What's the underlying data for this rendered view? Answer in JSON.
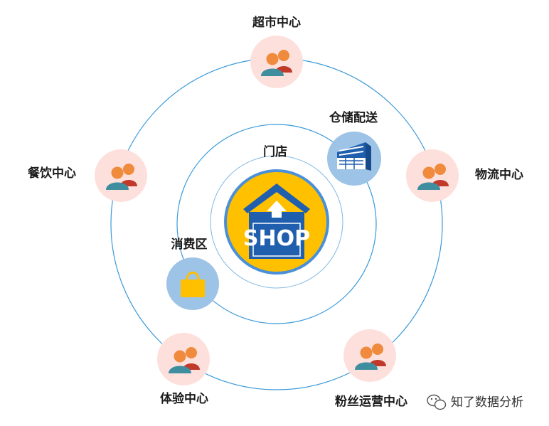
{
  "center": {
    "label": "门店",
    "sign_text": "SHOP"
  },
  "inner_nodes": {
    "warehouse": {
      "label": "仓储配送",
      "icon": "warehouse-building-icon"
    },
    "consumption": {
      "label": "消费区",
      "icon": "shopping-bag-icon"
    }
  },
  "outer_nodes": {
    "supermarket": {
      "label": "超市中心",
      "icon": "people-icon"
    },
    "logistics": {
      "label": "物流中心",
      "icon": "people-icon"
    },
    "fans": {
      "label": "粉丝运营中心",
      "icon": "people-icon"
    },
    "experience": {
      "label": "体验中心",
      "icon": "people-icon"
    },
    "catering": {
      "label": "餐饮中心",
      "icon": "people-icon"
    }
  },
  "watermark": {
    "text": "知了数据分析",
    "icon": "wechat-icon"
  },
  "colors": {
    "ring": "#3a9ad9",
    "center_fill": "#ffc000",
    "house": "#1f5fae",
    "node_pink": "#fde0dc",
    "node_blue": "#9dc3e6",
    "person_front": "#3f8ea0",
    "person_back": "#c0392b",
    "person_head": "#f08a3c"
  }
}
